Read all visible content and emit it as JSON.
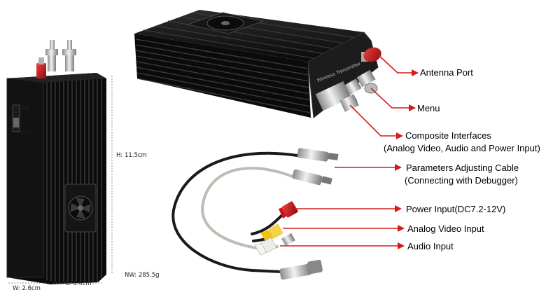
{
  "callouts": {
    "antenna_port": "Antenna Port",
    "menu": "Menu",
    "composite_line1": "Composite Interfaces",
    "composite_line2": "(Analog Video, Audio and Power Input)",
    "param_line1": "Parameters Adjusting Cable",
    "param_line2": "(Connecting with Debugger)",
    "power_input": "Power  Input(DC7.2-12V)",
    "analog_video": "Analog Video Input",
    "audio_input": "Audio Input"
  },
  "dimensions": {
    "height": "H: 11.5cm",
    "width": "W: 2.6cm",
    "length": "L: 6.4cm",
    "weight": "NW: 285.5g"
  },
  "device": {
    "panel_text": "Wireless Transmitter",
    "switch_on": "ON",
    "switch_off": "OFF"
  },
  "colors": {
    "callout_red": "#d61a1a",
    "device_black": "#111111",
    "connector_red": "#c9141c",
    "connector_yellow": "#f2c20c"
  }
}
